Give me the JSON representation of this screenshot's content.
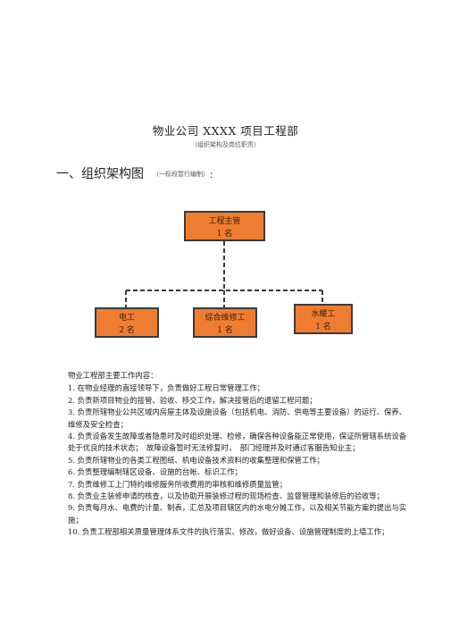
{
  "document": {
    "title": "物业公司 XXXX 项目工程部",
    "subtitle": "（组织架构及岗位职责）"
  },
  "section": {
    "heading": "一、组织架构图",
    "note": "（一标段暂行编制）",
    "colon": "："
  },
  "org_chart": {
    "top": {
      "title": "工程主管",
      "count": "1 名"
    },
    "children": [
      {
        "title": "电工",
        "count": "2 名"
      },
      {
        "title": "综合维修工",
        "count": "1 名"
      },
      {
        "title": "水暖工",
        "count": "1 名"
      }
    ],
    "box_color": "#ef7d31",
    "border_color": "#3a3a3a"
  },
  "duties": {
    "intro": "物业工程部主要工作内容：",
    "items": [
      "1. 在物业经理的直接领导下，负责做好工程日常管理工作；",
      "2. 负责新项目物业的接管、验收、移交工作，解决接管后的遗留工程问题；",
      "3. 负责所辖物业公共区域内房屋主体及设施设备（包括机电、消防、供电等主要设备）的运行、保养、维修及安全检查；",
      "4. 负责设备发生故障或者隐患时及时组织处理、检修，确保各种设备能正常使用，保证所管辖系统设备处于优良的技术状态；　故障设备暂时无法修复时，　部门经理并及时通过客服告知业主；",
      "5. 负责所辖物业的各类工程图纸、机电设备技术资料的收集整理和保管工作；",
      "6. 负责整理编制辖区设备、设施的台帐、标识工作；",
      "7. 负责维修工上门特约维修服务所收费用的审核和维修质量监管；",
      "8. 负责业主装修申请的核查，以及协助开展装修过程的现场检查、监督管理和装修后的验收等；",
      "9. 负责每月水、电费的计量、制表，汇总及项目辖区内的水电分摊工作，以及相关节能方案的提出与实施；",
      "10. 负责工程部相关质量管理体系文件的执行落实、修改，做好设备、设施管理制度的上墙工作；"
    ]
  }
}
